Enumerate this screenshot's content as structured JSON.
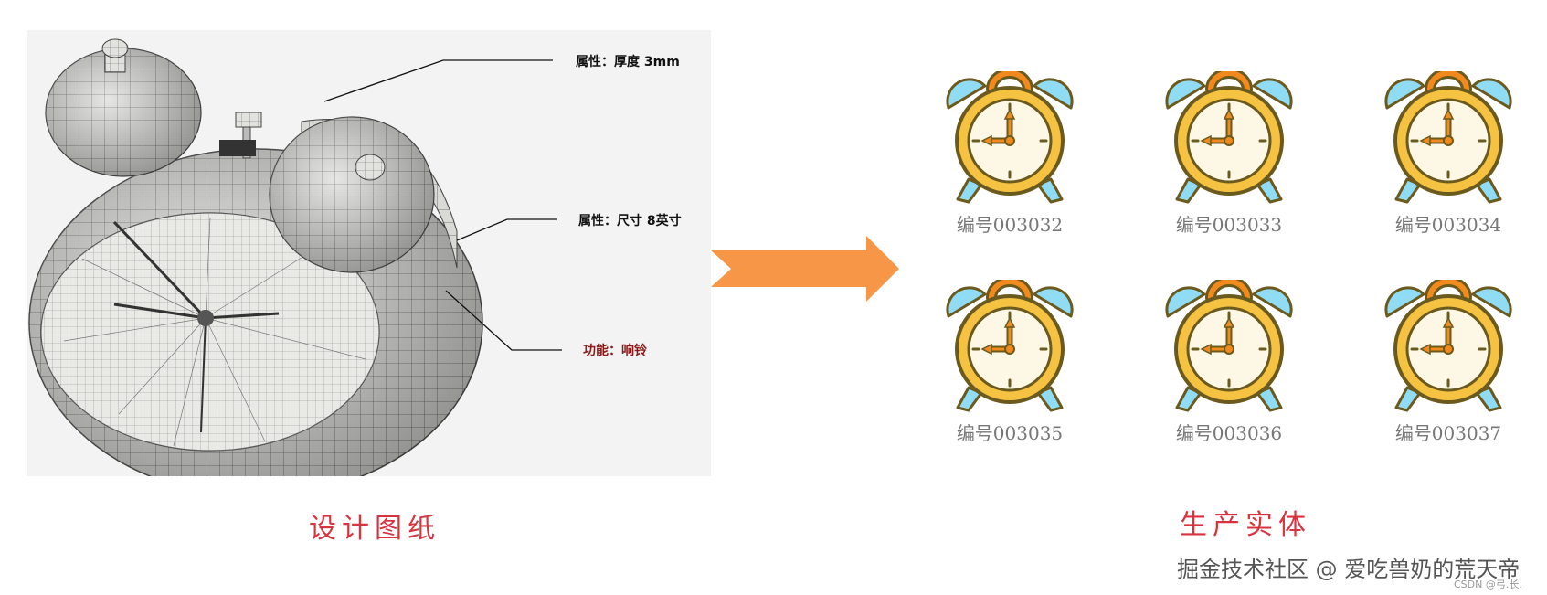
{
  "design": {
    "annotations": {
      "thickness": "属性：厚度 3mm",
      "size": "属性：尺寸 8英寸",
      "function": "功能：响铃"
    },
    "caption": "设计图纸"
  },
  "production": {
    "caption": "生产实体",
    "items": [
      {
        "label": "编号003032"
      },
      {
        "label": "编号003033"
      },
      {
        "label": "编号003034"
      },
      {
        "label": "编号003035"
      },
      {
        "label": "编号003036"
      },
      {
        "label": "编号003037"
      }
    ]
  },
  "colors": {
    "arrow": "#f79646",
    "caption": "#d9333f",
    "clock_body": "#f5c242",
    "clock_outline": "#6b5a1e",
    "clock_bells": "#8fdcf4",
    "clock_hands": "#f08a1c"
  },
  "watermark": "掘金技术社区 @ 爱吃兽奶的荒天帝",
  "csdn_mark": "CSDN @弓.长."
}
